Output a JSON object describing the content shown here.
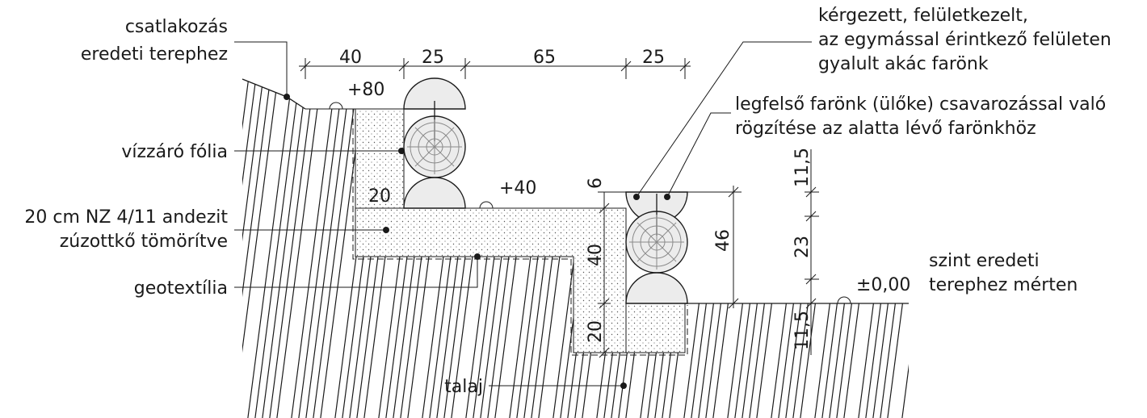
{
  "labels": {
    "csatlakozas_1": "csatlakozás",
    "csatlakozas_2": "eredeti terephez",
    "vizzaro": "vízzáró fólia",
    "andezit_1": "20 cm NZ 4/11 andezit",
    "andezit_2": "zúzottkő tömörítve",
    "geotextilia": "geotextília",
    "talaj": "talaj",
    "kergezett_1": "kérgezett, felületkezelt,",
    "kergezett_2": "az egymással érintkező felületen",
    "kergezett_3": "gyalult akác farönk",
    "legfelso_1": "legfelső farönk (ülőke) csavarozással való",
    "legfelso_2": "rögzítése az alatta lévő farönkhöz",
    "szint_1": "szint eredeti",
    "szint_2": "terephez mérten"
  },
  "levels": {
    "l80": "+80",
    "l40": "+40",
    "l0": "±0,00"
  },
  "dims": {
    "d40_top": "40",
    "d25_a": "25",
    "d65": "65",
    "d25_b": "25",
    "d20_left": "20",
    "d6": "6",
    "d40_v": "40",
    "d20_v": "20",
    "d46": "46",
    "d115_top": "11,5",
    "d23": "23",
    "d115_bot": "11,5"
  }
}
